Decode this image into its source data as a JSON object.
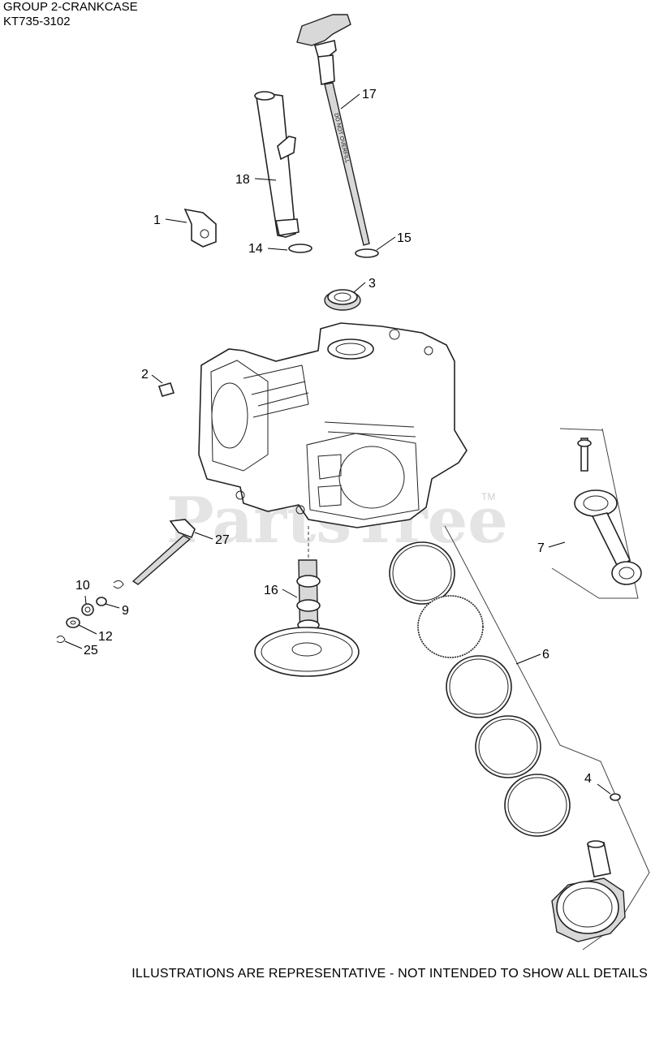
{
  "header": {
    "group": "GROUP 2-CRANKCASE",
    "model": "KT735-3102"
  },
  "watermark": {
    "text": "PartsTree",
    "tm": "TM"
  },
  "callouts": {
    "c1": "1",
    "c2": "2",
    "c3": "3",
    "c4": "4",
    "c6": "6",
    "c7": "7",
    "c9": "9",
    "c10": "10",
    "c12": "12",
    "c14": "14",
    "c15": "15",
    "c16": "16",
    "c17": "17",
    "c18": "18",
    "c25": "25",
    "c27": "27"
  },
  "dipstick_text": "DO NOT OVERFILL",
  "footer": "ILLUSTRATIONS ARE REPRESENTATIVE - NOT INTENDED TO SHOW ALL DETAILS"
}
